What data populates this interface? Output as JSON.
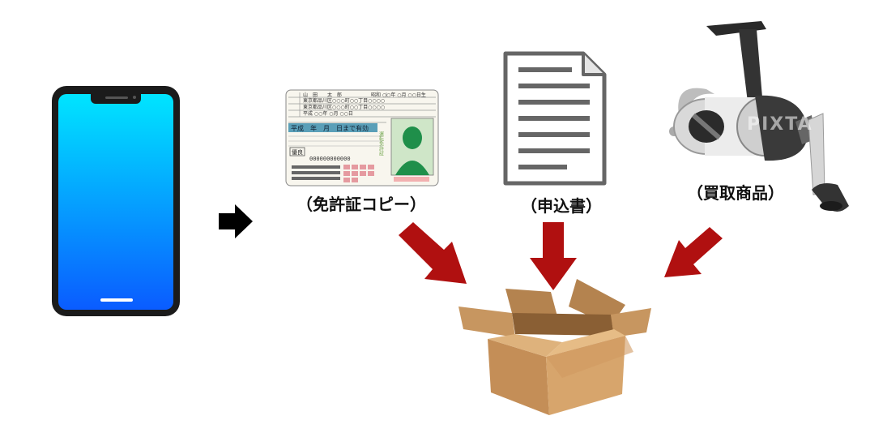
{
  "labels": {
    "license": "（免許証コピー）",
    "application": "（申込書）",
    "product": "（買取商品）"
  },
  "license_card": {
    "lines": [
      "山　田　　太　郎　　　　　　昭和 ○○年 ○月 ○○日生",
      "東京都品川区○○○町○○丁目○○○○",
      "東京都品川区○○○町○○丁目○○○○",
      "平成 ○○年 ○月 ○○日"
    ],
    "validity": "平成　年　月　日まで有効",
    "category": "優良",
    "number": "000000000000",
    "side_text": "運転免許証"
  },
  "watermark": "PIXTA",
  "colors": {
    "arrow_red": "#b01010",
    "box_brown": "#c9985f",
    "screen_top": "#00e5ff",
    "screen_bottom": "#0a5cff"
  }
}
